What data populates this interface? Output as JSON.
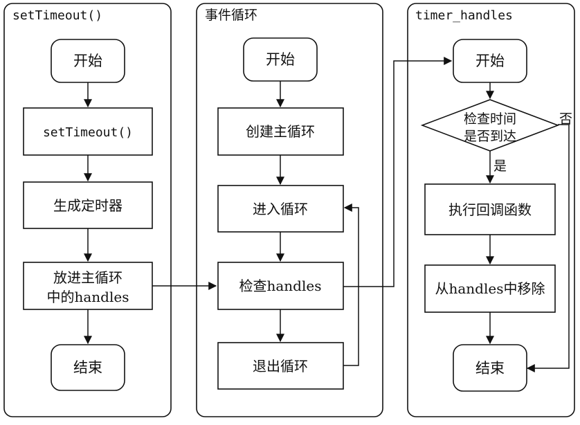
{
  "lanes": [
    {
      "title": "setTimeout()"
    },
    {
      "title": "事件循环"
    },
    {
      "title": "timer_handles"
    }
  ],
  "nodes": {
    "l1_start": "开始",
    "l1_call": "setTimeout()",
    "l1_create": "生成定时器",
    "l1_put_line1": "放进主循环",
    "l1_put_line2": "中的handles",
    "l1_end": "结束",
    "l2_start": "开始",
    "l2_create": "创建主循环",
    "l2_enter": "进入循环",
    "l2_check": "检查handles",
    "l2_exit": "退出循环",
    "l3_start": "开始",
    "l3_decision_line1": "检查时间",
    "l3_decision_line2": "是否到达",
    "l3_exec": "执行回调函数",
    "l3_remove": "从handles中移除",
    "l3_end": "结束"
  },
  "edge_labels": {
    "yes": "是",
    "no": "否"
  }
}
